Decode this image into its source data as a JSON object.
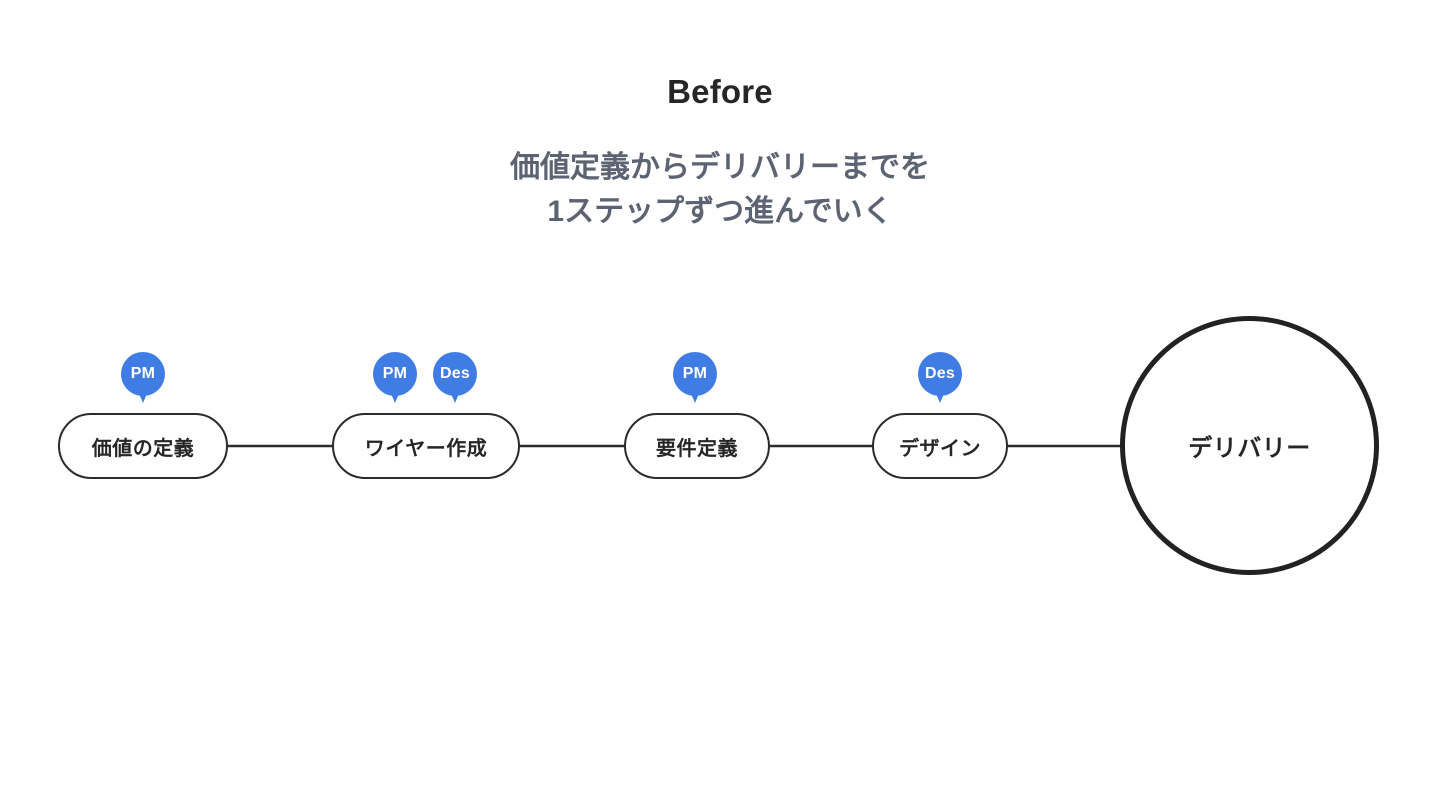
{
  "header": {
    "title": "Before",
    "subtitle": "価値定義からデリバリーまでを\n1ステップずつ進んでいく"
  },
  "colors": {
    "badge_blue": "#3f7ce4",
    "node_stroke": "#2b2b2b",
    "text_dark": "#262626",
    "subtitle_gray": "#5c6372",
    "background": "#ffffff"
  },
  "flow": {
    "nodes": [
      {
        "label": "価値の定義",
        "shape": "pill",
        "badges": [
          "PM"
        ]
      },
      {
        "label": "ワイヤー作成",
        "shape": "pill",
        "badges": [
          "PM",
          "Des"
        ]
      },
      {
        "label": "要件定義",
        "shape": "pill",
        "badges": [
          "PM"
        ]
      },
      {
        "label": "デザイン",
        "shape": "pill",
        "badges": [
          "Des"
        ]
      },
      {
        "label": "デリバリー",
        "shape": "circle",
        "badges": []
      }
    ],
    "connectors": 4
  }
}
